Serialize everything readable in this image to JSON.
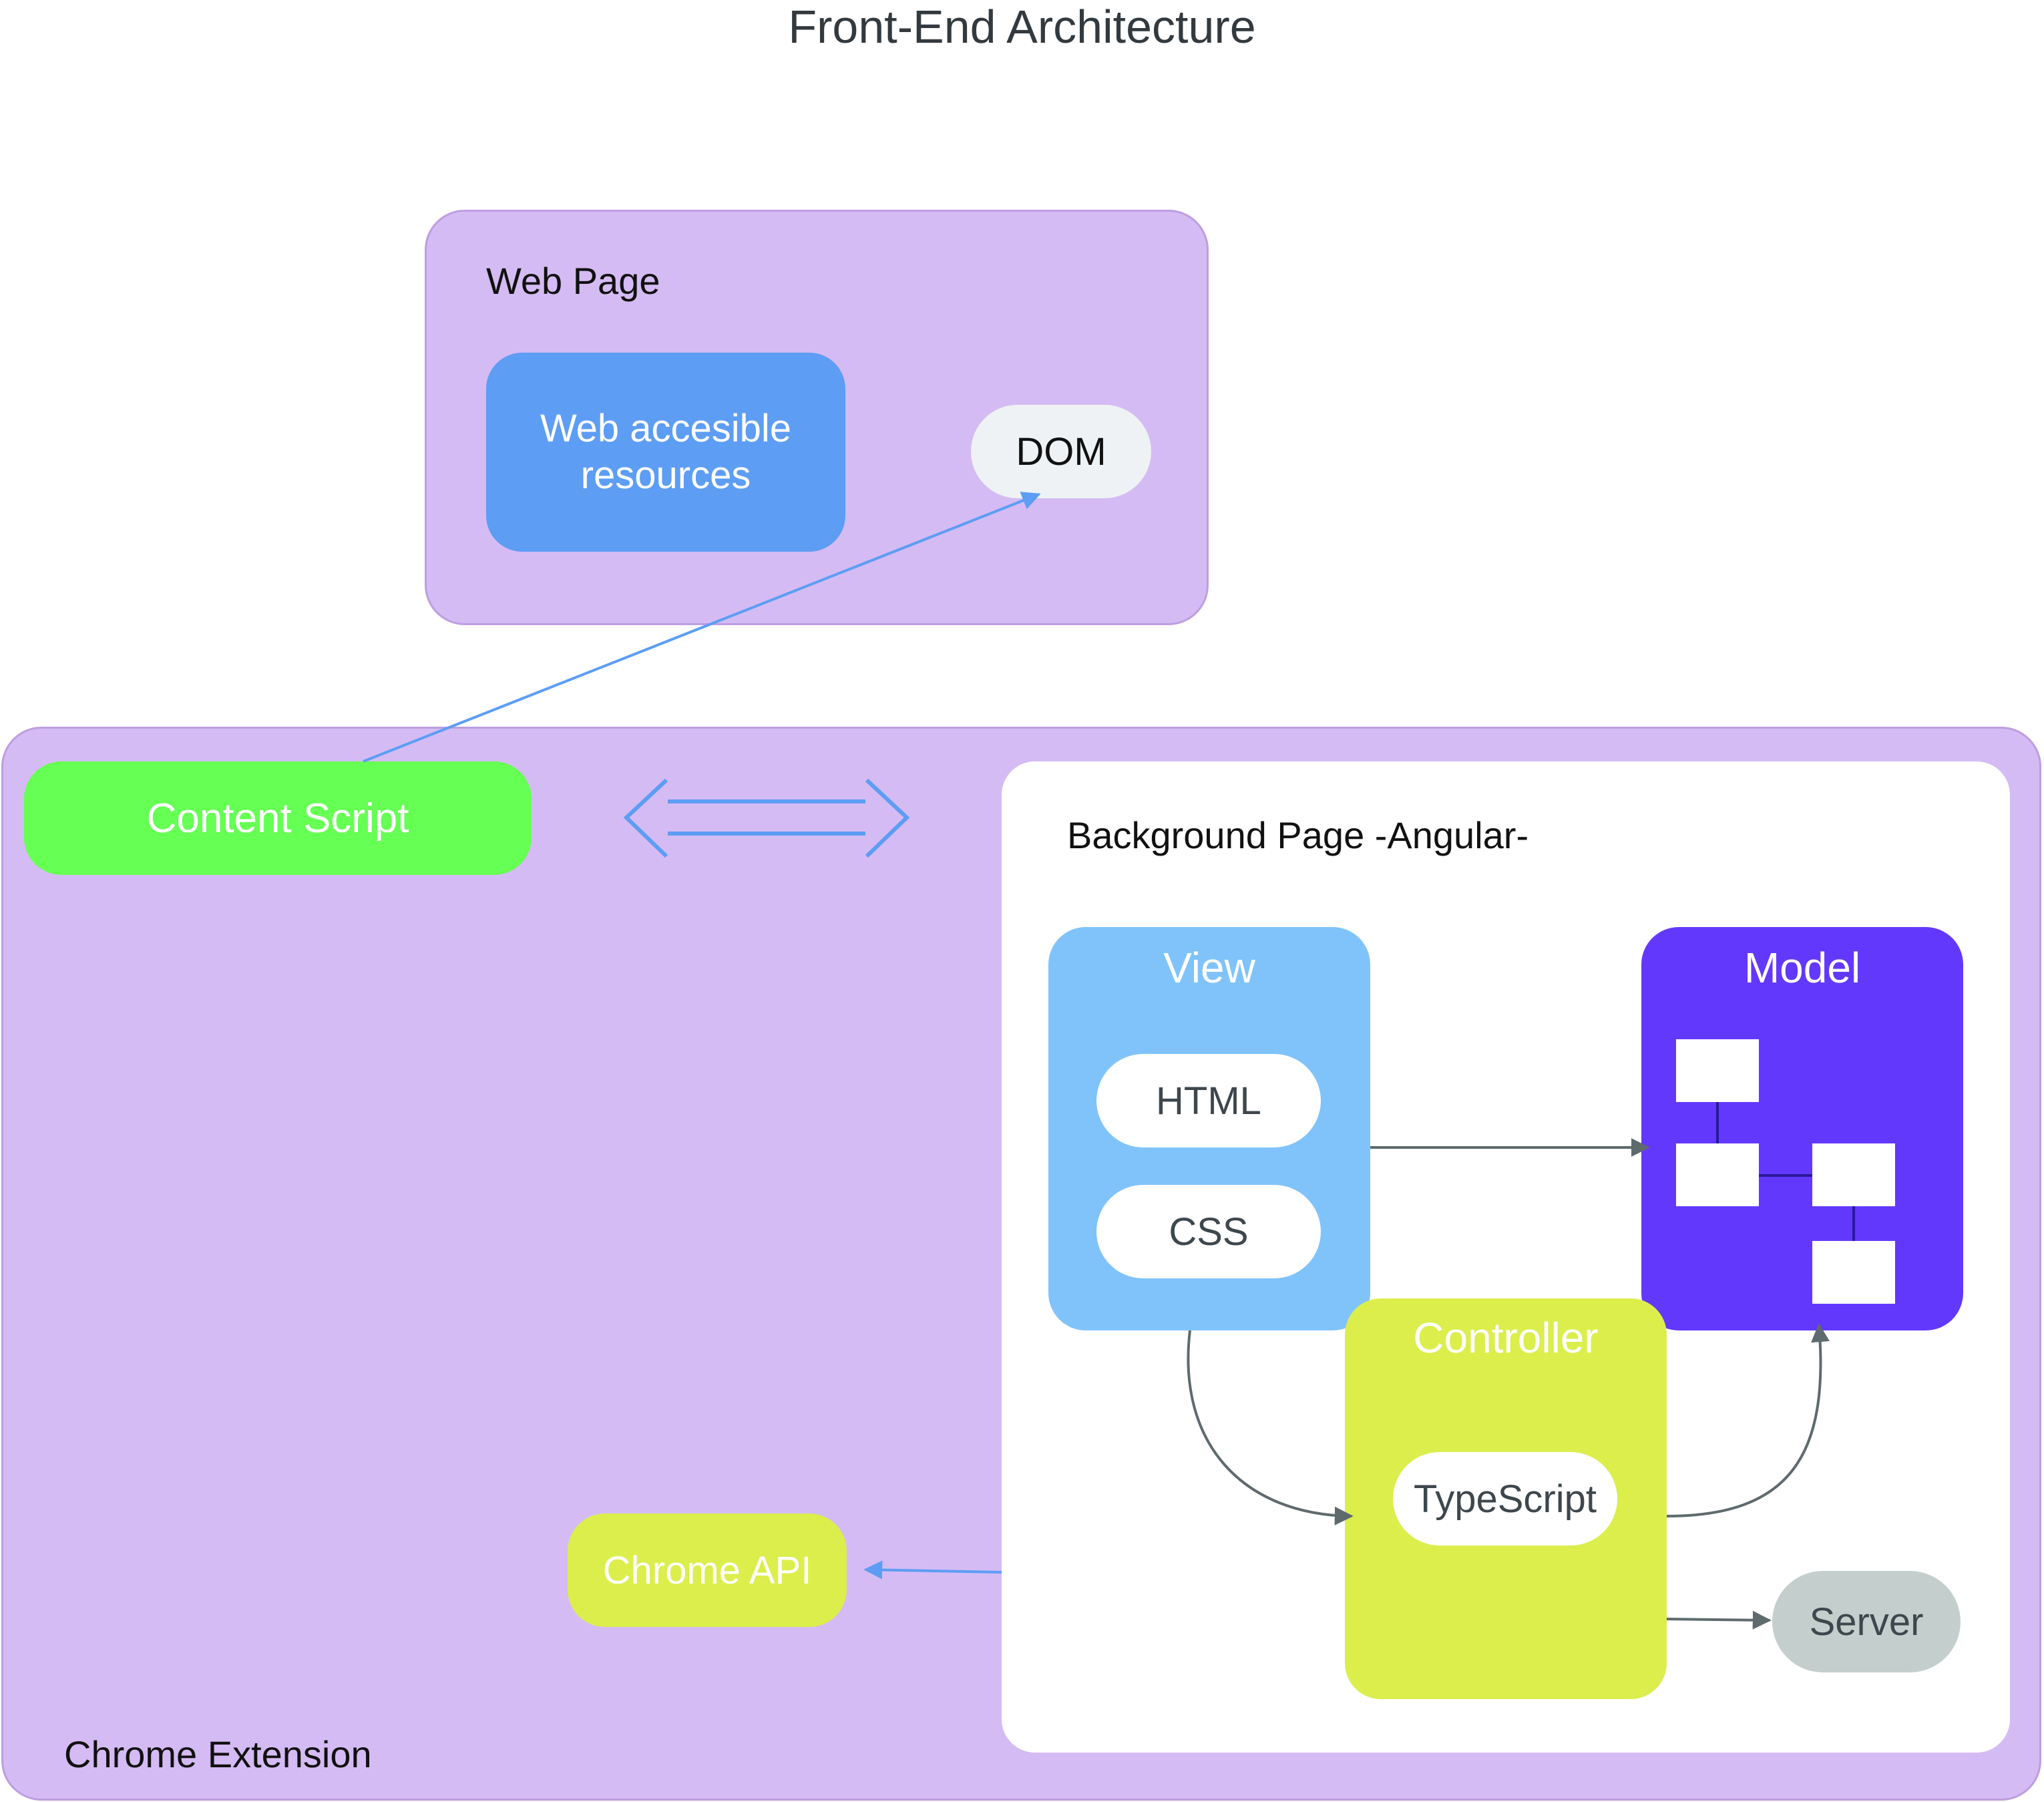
{
  "title": "Front-End  Architecture",
  "web_page": {
    "label": "Web Page",
    "web_resources": "Web accesible resources",
    "dom": "DOM"
  },
  "chrome_extension": {
    "label": "Chrome Extension",
    "content_script": "Content Script",
    "chrome_api": "Chrome API",
    "background_page": {
      "label": "Background Page -Angular-",
      "view": {
        "label": "View",
        "items": [
          "HTML",
          "CSS"
        ]
      },
      "model": {
        "label": "Model"
      },
      "controller": {
        "label": "Controller",
        "items": [
          "TypeScript"
        ]
      },
      "server": "Server"
    }
  },
  "colors": {
    "container": "#d5bbf4",
    "web_resources": "#5d9df4",
    "content_script": "#66ff54",
    "chrome_api": "#dbee4c",
    "view": "#80c3fa",
    "model": "#6338fd",
    "controller": "#dbee4c",
    "server": "#c4cfcd",
    "blue_arrow": "#5d9df4",
    "gray_arrow": "#5e6a6e"
  }
}
